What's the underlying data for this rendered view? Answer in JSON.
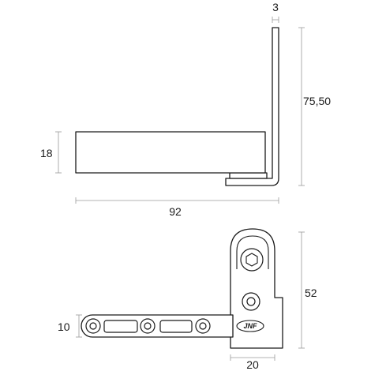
{
  "dimensions": {
    "thickness": "3",
    "height": "75,50",
    "block_height": "18",
    "length": "92",
    "plate_height": "52",
    "arm_height": "10",
    "plate_width": "20"
  },
  "logo_text": "JNF",
  "colors": {
    "line": "#1a1a1a",
    "dimension_line": "#9a9a9a",
    "background": "#ffffff"
  }
}
